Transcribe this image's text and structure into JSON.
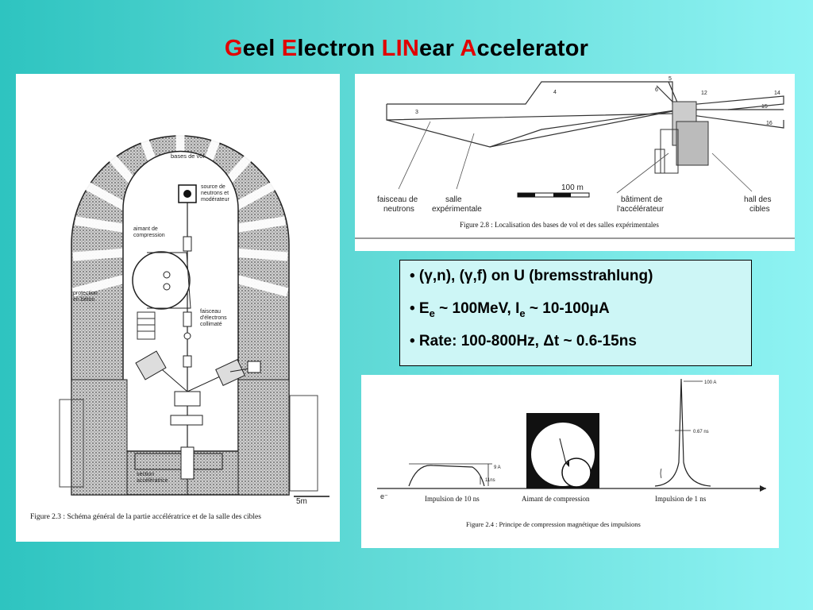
{
  "title": {
    "t1": "G",
    "t2": "eel ",
    "t3": "E",
    "t4": "lectron ",
    "t5": "LIN",
    "t6": "ear ",
    "t7": "A",
    "t8": "ccelerator"
  },
  "figure23": {
    "caption": "Figure 2.3 : Schéma général de la partie accélératrice et de la salle des cibles",
    "labels": {
      "bases": "bases de vol",
      "source1": "source de",
      "source2": "neutrons et",
      "source3": "modérateur",
      "aimant1": "aimant de",
      "aimant2": "compression",
      "prot1": "protection",
      "prot2": "en béton",
      "fais1": "faisceau",
      "fais2": "d'électrons",
      "fais3": "collimaté",
      "sect1": "section",
      "sect2": "accélératrice",
      "scale": "5m"
    }
  },
  "figure28": {
    "caption": "Figure 2.8 : Localisation des bases de vol et des salles expérimentales",
    "labels": {
      "fn1": "faisceau de",
      "fn2": "neutrons",
      "sa1": "salle",
      "sa2": "expérimentale",
      "ba1": "bâtiment de",
      "ba2": "l'accélérateur",
      "ha1": "hall des",
      "ha2": "cibles",
      "scale": "100 m",
      "n3": "3",
      "n4": "4",
      "n5": "5",
      "n6": "6",
      "n12": "12",
      "n14": "14",
      "n15": "15",
      "n16": "16"
    }
  },
  "bullets": {
    "b1": "• (γ,n), (γ,f) on U (bremsstrahlung)",
    "b2a": "• E",
    "b2s": "e",
    "b2b": " ~ 100MeV, I",
    "b2s2": "e",
    "b2c": " ~ 10-100μA",
    "b3": "• Rate: 100-800Hz, Δt ~ 0.6-15ns"
  },
  "figure24": {
    "caption": "Figure 2.4 : Principe de compression magnétique des impulsions",
    "labels": {
      "p10": "Impulsion de 10 ns",
      "aimant": "Aimant de compression",
      "p1": "Impulsion de 1 ns",
      "e": "e⁻",
      "a9": "9 A",
      "t11": "11ns",
      "a100": "100 A",
      "t067": "0.67 ns"
    }
  }
}
